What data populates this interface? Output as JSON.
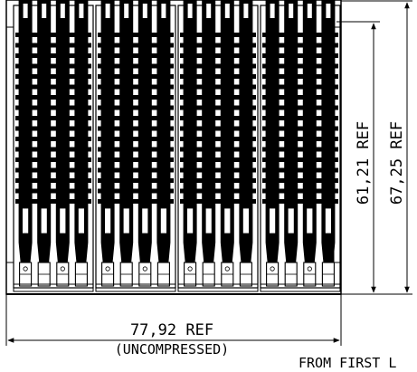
{
  "dimensions": {
    "width_label": "77,92 REF",
    "width_note": "(UNCOMPRESSED)",
    "inner_height_label": "61,21 REF",
    "outer_height_label": "67,25 REF",
    "footer_note": "FROM FIRST L"
  },
  "modules": {
    "count": 4,
    "strips_per_module": 4,
    "bands": 17
  },
  "colors": {
    "ink": "#000000",
    "paper": "#ffffff"
  }
}
